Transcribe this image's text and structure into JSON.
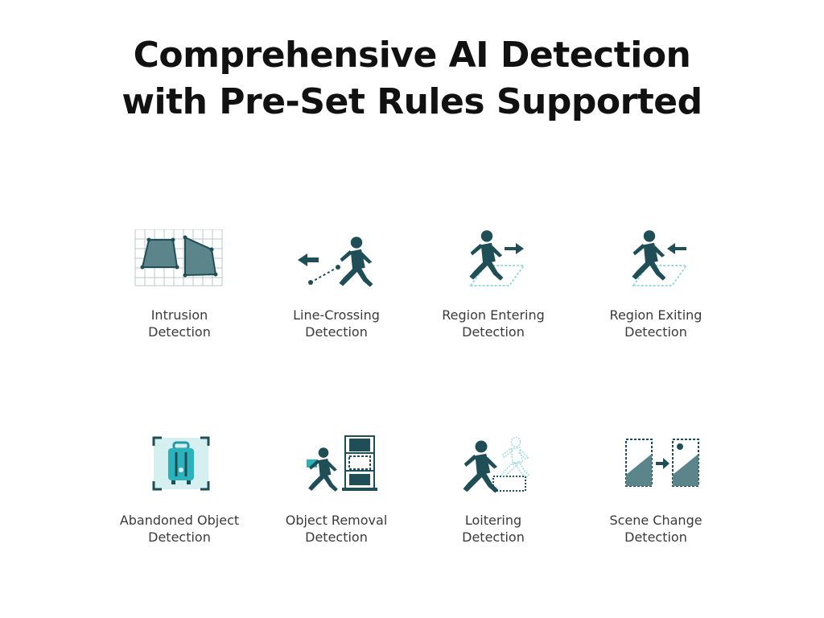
{
  "title": {
    "line1": "Comprehensive AI Detection",
    "line2": "with Pre-Set Rules Supported"
  },
  "colors": {
    "icon_dark": "#1f4e56",
    "icon_fill": "#5b858b",
    "icon_light": "#9fd9dd",
    "grid": "#bfc7c8"
  },
  "features": [
    {
      "icon": "intrusion-icon",
      "line1": "Intrusion",
      "line2": "Detection"
    },
    {
      "icon": "line-crossing-icon",
      "line1": "Line-Crossing",
      "line2": "Detection"
    },
    {
      "icon": "region-entering-icon",
      "line1": "Region Entering",
      "line2": "Detection"
    },
    {
      "icon": "region-exiting-icon",
      "line1": "Region Exiting",
      "line2": "Detection"
    },
    {
      "icon": "abandoned-object-icon",
      "line1": "Abandoned Object",
      "line2": "Detection"
    },
    {
      "icon": "object-removal-icon",
      "line1": "Object Removal",
      "line2": "Detection"
    },
    {
      "icon": "loitering-icon",
      "line1": "Loitering",
      "line2": "Detection"
    },
    {
      "icon": "scene-change-icon",
      "line1": "Scene Change",
      "line2": "Detection"
    }
  ]
}
